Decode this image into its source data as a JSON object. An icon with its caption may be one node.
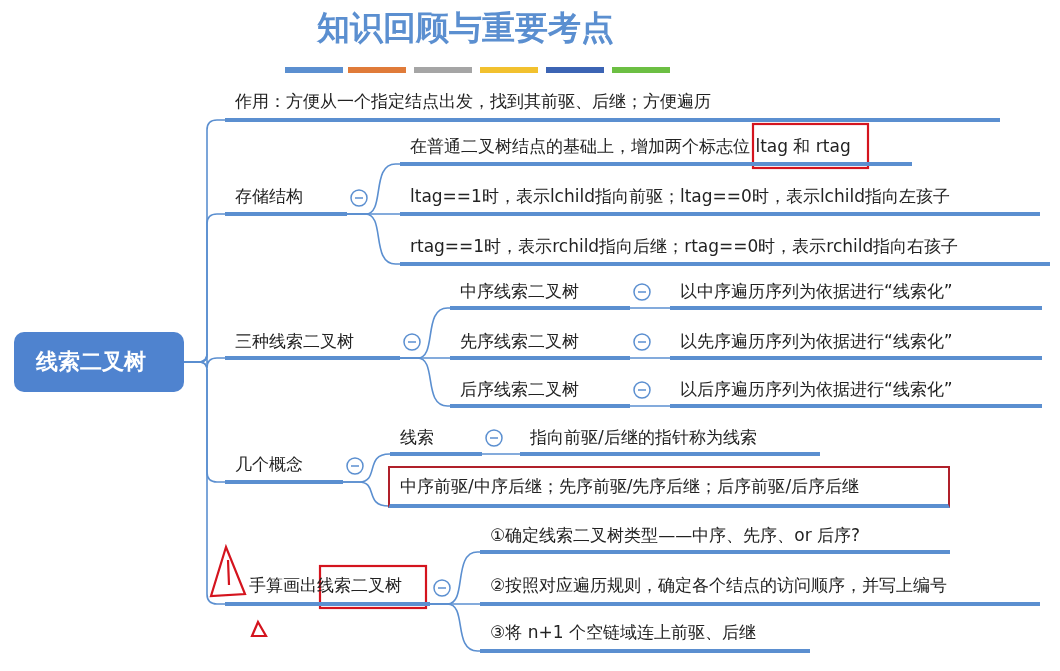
{
  "diagram": {
    "title": "知识回顾与重要考点",
    "nodes": [
      {
        "text": [
          "线索二叉树"
        ]
      },
      {
        "text": [
          "作用：方便从一个指定结点出发，找到其前驱、后继；方便遍历"
        ]
      },
      {
        "text": [
          "存储结构"
        ]
      },
      {
        "text": [
          "在普通二叉树结点的基础上，增加两个标志位 ltag 和 rtag"
        ]
      },
      {
        "text": [
          "ltag==1时，表示lchild指向前驱；ltag==0时，表示lchild指向左孩子"
        ]
      },
      {
        "text": [
          "rtag==1时，表示rchild指向后继；rtag==0时，表示rchild指向右孩子"
        ]
      },
      {
        "text": [
          "三种线索二叉树"
        ]
      },
      {
        "text": [
          "中序线索二叉树"
        ]
      },
      {
        "text": [
          "以中序遍历序列为依据进行“线索化”"
        ]
      },
      {
        "text": [
          "先序线索二叉树"
        ]
      },
      {
        "text": [
          "以先序遍历序列为依据进行“线索化”"
        ]
      },
      {
        "text": [
          "后序线索二叉树"
        ]
      },
      {
        "text": [
          "以后序遍历序列为依据进行“线索化”"
        ]
      },
      {
        "text": [
          "几个概念"
        ]
      },
      {
        "text": [
          "线索"
        ]
      },
      {
        "text": [
          "指向前驱/后继的指针称为线索"
        ]
      },
      {
        "text": [
          "中序前驱/中序后继；先序前驱/先序后继；后序前驱/后序后继"
        ]
      },
      {
        "text": [
          "手算画出线索二叉树"
        ]
      },
      {
        "text": [
          "①确定线索二叉树类型——中序、先序、or 后序?"
        ]
      },
      {
        "text": [
          "②按照对应遍历规则，确定各个结点的访问顺序，并写上编号"
        ]
      },
      {
        "text": [
          "③将 n+1 个空链域连上前驱、后继"
        ]
      }
    ],
    "edges": [
      {
        "from": 0,
        "to": 1,
        "arrow": "none"
      },
      {
        "from": 0,
        "to": 2,
        "arrow": "none"
      },
      {
        "from": 0,
        "to": 6,
        "arrow": "none"
      },
      {
        "from": 0,
        "to": 13,
        "arrow": "none"
      },
      {
        "from": 0,
        "to": 17,
        "arrow": "none"
      },
      {
        "from": 2,
        "to": 3,
        "arrow": "none"
      },
      {
        "from": 2,
        "to": 4,
        "arrow": "none"
      },
      {
        "from": 2,
        "to": 5,
        "arrow": "none"
      },
      {
        "from": 6,
        "to": 7,
        "arrow": "none"
      },
      {
        "from": 6,
        "to": 9,
        "arrow": "none"
      },
      {
        "from": 6,
        "to": 11,
        "arrow": "none"
      },
      {
        "from": 7,
        "to": 8,
        "arrow": "none"
      },
      {
        "from": 9,
        "to": 10,
        "arrow": "none"
      },
      {
        "from": 11,
        "to": 12,
        "arrow": "none"
      },
      {
        "from": 13,
        "to": 14,
        "arrow": "none"
      },
      {
        "from": 13,
        "to": 16,
        "arrow": "none"
      },
      {
        "from": 14,
        "to": 15,
        "arrow": "none"
      },
      {
        "from": 17,
        "to": 18,
        "arrow": "none"
      },
      {
        "from": 17,
        "to": 19,
        "arrow": "none"
      },
      {
        "from": 17,
        "to": 20,
        "arrow": "none"
      }
    ]
  }
}
